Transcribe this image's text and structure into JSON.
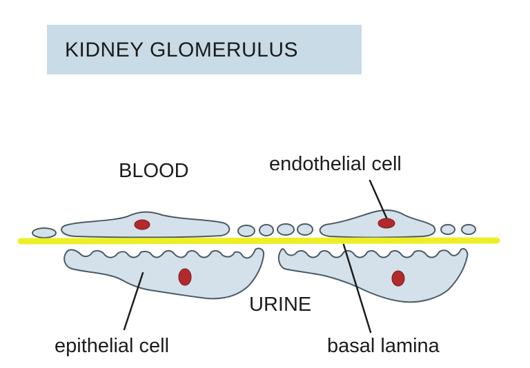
{
  "title": "KIDNEY GLOMERULUS",
  "labels": {
    "blood": "BLOOD",
    "urine": "URINE",
    "endothelial_cell": "endothelial cell",
    "epithelial_cell": "epithelial cell",
    "basal_lamina": "basal lamina"
  },
  "colors": {
    "title_bg": "#c8dbe6",
    "cell_fill": "#d4e1ea",
    "cell_stroke": "#4a5a64",
    "nucleus": "#b22a2c",
    "basal_lamina": "#ecef26"
  }
}
